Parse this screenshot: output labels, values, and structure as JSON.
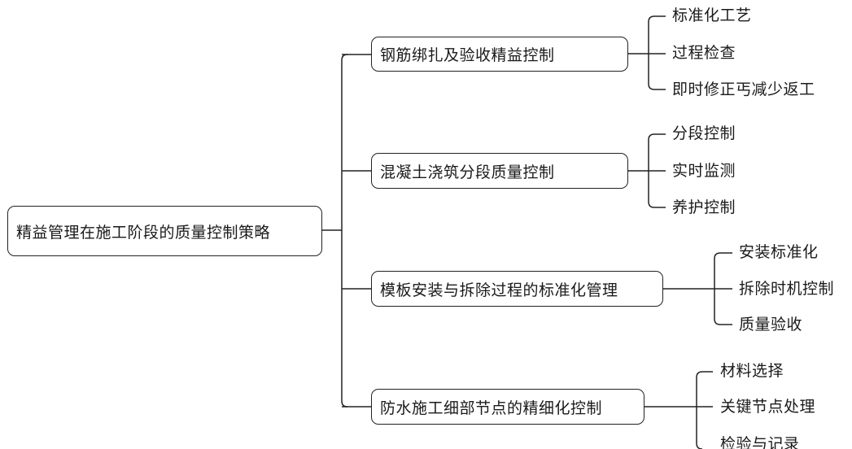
{
  "root": {
    "label": "精益管理在施工阶段的质量控制策略"
  },
  "branches": [
    {
      "label": "钢筋绑扎及验收精益控制",
      "children": [
        "标准化工艺",
        "过程检查",
        "即时修正丐减少返工"
      ]
    },
    {
      "label": "混凝土浇筑分段质量控制",
      "children": [
        "分段控制",
        "实时监测",
        "养护控制"
      ]
    },
    {
      "label": "模板安装与拆除过程的标准化管理",
      "children": [
        "安装标准化",
        "拆除时机控制",
        "质量验收"
      ]
    },
    {
      "label": "防水施工细部节点的精细化控制",
      "children": [
        "材料选择",
        "关键节点处理",
        "检验与记录"
      ]
    }
  ]
}
